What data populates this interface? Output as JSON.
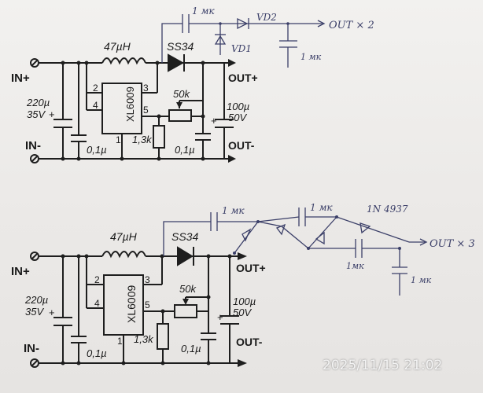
{
  "top": {
    "in_plus": "IN+",
    "in_minus": "IN-",
    "inductor": "47µH",
    "diode": "SS34",
    "ic": "XL6009",
    "pin2": "2",
    "pin3": "3",
    "pin4": "4",
    "pin5": "5",
    "pin1": "1",
    "cin_value": "220µ",
    "cin_voltage": "35V",
    "cin_plus": "+",
    "c_decoup": "0,1µ",
    "resistor": "1,3k",
    "pot": "50k",
    "c_out_decoup": "0,1µ",
    "cout_value": "100µ",
    "cout_voltage": "50V",
    "cout_plus": "+",
    "out_plus": "OUT+",
    "out_minus": "OUT-",
    "hw_cap1": "1 мк",
    "hw_vd2": "VD2",
    "hw_vd1": "VD1",
    "hw_out": "OUT × 2",
    "hw_cap2": "1 мк"
  },
  "bottom": {
    "in_plus": "IN+",
    "in_minus": "IN-",
    "inductor": "47µH",
    "diode": "SS34",
    "ic": "XL6009",
    "pin2": "2",
    "pin3": "3",
    "pin4": "4",
    "pin5": "5",
    "pin1": "1",
    "cin_value": "220µ",
    "cin_voltage": "35V",
    "cin_plus": "+",
    "c_decoup": "0,1µ",
    "resistor": "1,3k",
    "pot": "50k",
    "c_out_decoup": "0,1µ",
    "cout_value": "100µ",
    "cout_voltage": "50V",
    "cout_plus": "+",
    "out_plus": "OUT+",
    "out_minus": "OUT-",
    "hw_cap1": "1 мк",
    "hw_cap2": "1 мк",
    "hw_diode": "1N 4937",
    "hw_out": "OUT × 3",
    "hw_cap3": "1мк",
    "hw_cap4": "1 мк"
  },
  "timestamp": "2025/11/15 21:02",
  "colors": {
    "ink": "#1e1e1e",
    "pen": "#3b3f68",
    "paper": "#ecebe9"
  }
}
